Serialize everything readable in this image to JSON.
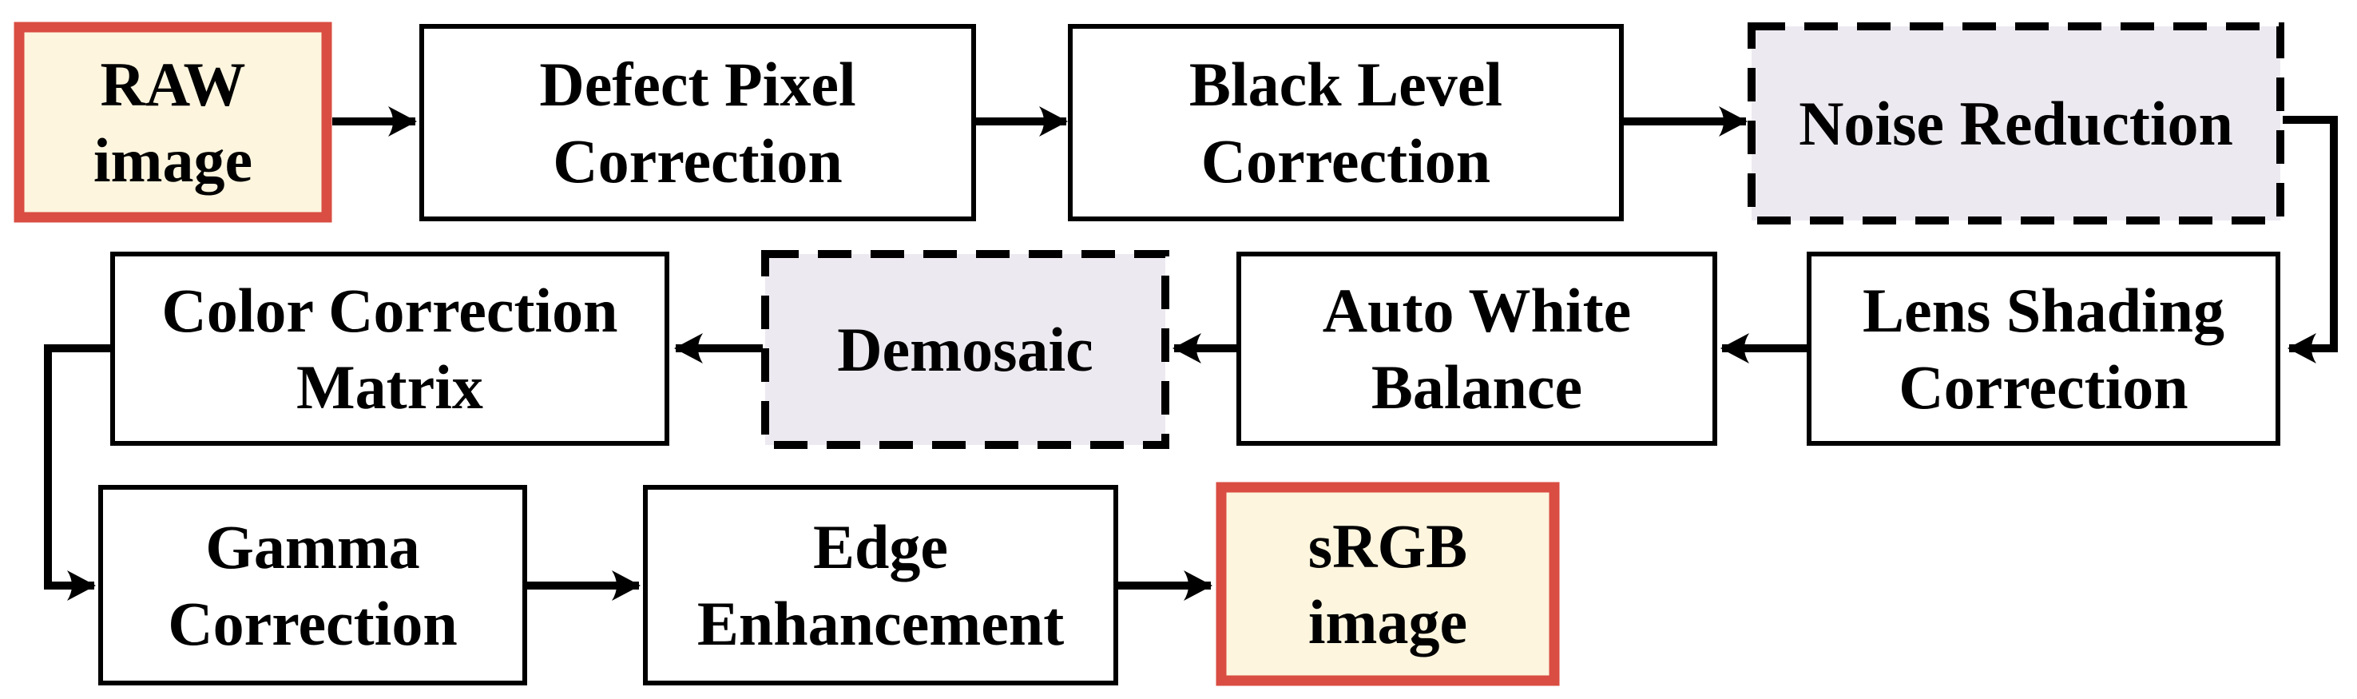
{
  "colors": {
    "background": "#FFFFFF",
    "line": "#000000",
    "text": "#000000",
    "process_fill": "#FFFFFF",
    "terminal_fill": "#FDF5DE",
    "terminal_border": "#D94D42",
    "highlight_fill": "#EDE9F0"
  },
  "nodes": [
    {
      "id": "raw-image",
      "label": "RAW\nimage",
      "style": "terminal"
    },
    {
      "id": "defect-pixel-correction",
      "label": "Defect Pixel\nCorrection",
      "style": "process"
    },
    {
      "id": "black-level-correction",
      "label": "Black Level\nCorrection",
      "style": "process"
    },
    {
      "id": "noise-reduction",
      "label": "Noise Reduction",
      "style": "highlight-dashed"
    },
    {
      "id": "lens-shading-correction",
      "label": "Lens Shading\nCorrection",
      "style": "process"
    },
    {
      "id": "auto-white-balance",
      "label": "Auto White\nBalance",
      "style": "process"
    },
    {
      "id": "demosaic",
      "label": "Demosaic",
      "style": "highlight-dashed"
    },
    {
      "id": "color-correction-matrix",
      "label": "Color Correction\nMatrix",
      "style": "process"
    },
    {
      "id": "gamma-correction",
      "label": "Gamma\nCorrection",
      "style": "process"
    },
    {
      "id": "edge-enhancement",
      "label": "Edge\nEnhancement",
      "style": "process"
    },
    {
      "id": "srgb-image",
      "label": "sRGB\nimage",
      "style": "terminal"
    }
  ],
  "edges": [
    {
      "from": "raw-image",
      "to": "defect-pixel-correction"
    },
    {
      "from": "defect-pixel-correction",
      "to": "black-level-correction"
    },
    {
      "from": "black-level-correction",
      "to": "noise-reduction"
    },
    {
      "from": "noise-reduction",
      "to": "lens-shading-correction"
    },
    {
      "from": "lens-shading-correction",
      "to": "auto-white-balance"
    },
    {
      "from": "auto-white-balance",
      "to": "demosaic"
    },
    {
      "from": "demosaic",
      "to": "color-correction-matrix"
    },
    {
      "from": "color-correction-matrix",
      "to": "gamma-correction"
    },
    {
      "from": "gamma-correction",
      "to": "edge-enhancement"
    },
    {
      "from": "edge-enhancement",
      "to": "srgb-image"
    }
  ]
}
